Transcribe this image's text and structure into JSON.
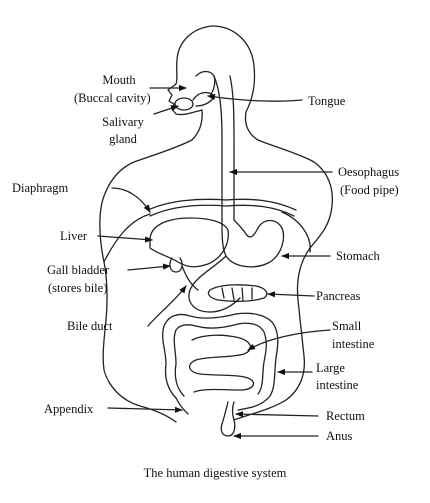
{
  "labels": {
    "mouth": "Mouth",
    "buccal_cavity": "(Buccal cavity)",
    "salivary": "Salivary",
    "gland": "gland",
    "tongue": "Tongue",
    "oesophagus": "Oesophagus",
    "food_pipe": "(Food pipe)",
    "diaphragm": "Diaphragm",
    "liver": "Liver",
    "stomach": "Stomach",
    "gall_bladder": "Gall bladder",
    "stores_bile": "(stores bile)",
    "pancreas": "Pancreas",
    "bile_duct": "Bile duct",
    "small": "Small",
    "small_intestine": "intestine",
    "large": "Large",
    "large_intestine": "intestine",
    "appendix": "Appendix",
    "rectum": "Rectum",
    "anus": "Anus"
  },
  "caption": "The human digestive system"
}
